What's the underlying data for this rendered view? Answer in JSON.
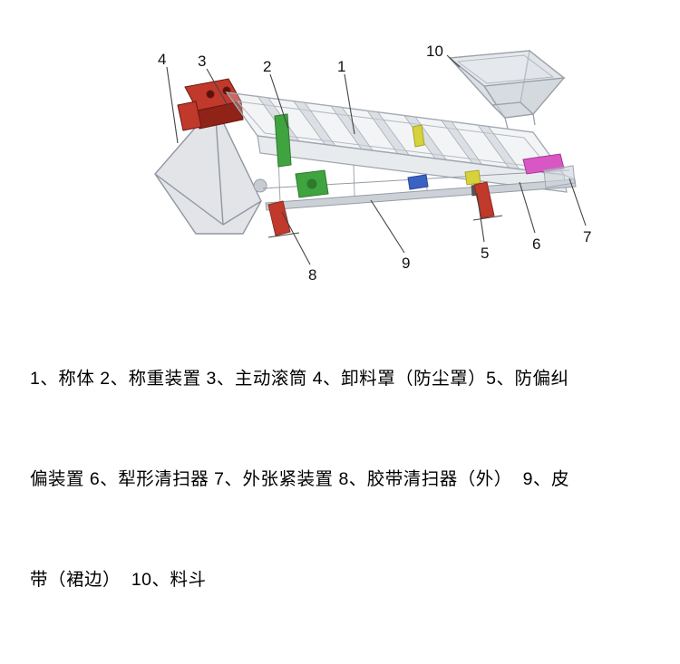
{
  "page": {
    "background": "#ffffff"
  },
  "diagram": {
    "title": "belt-weigher-structure-diagram",
    "colors": {
      "outline": "#9aa0a8",
      "frame_fill": "#dfe3e7",
      "leader_line": "#444444",
      "motor_red": "#c0392b",
      "motor_red_dark": "#8f2318",
      "leg_red": "#c0392b",
      "weigh_green": "#3fa43f",
      "weigh_green_dark": "#2d7a2d",
      "accent_yellow": "#d6d23c",
      "accent_pink": "#d957c5",
      "accent_blue": "#3a62c4",
      "rail_gray": "#ccd1d7"
    },
    "labels": [
      "1",
      "2",
      "3",
      "4",
      "5",
      "6",
      "7",
      "8",
      "9",
      "10"
    ]
  },
  "caption": {
    "lines": [
      "1、称体 2、称重装置 3、主动滚筒 4、卸料罩（防尘罩）5、防偏纠",
      "偏装置 6、犁形清扫器 7、外张紧装置 8、胶带清扫器（外）  9、皮",
      "带（裙边）  10、料斗"
    ]
  },
  "parts_legend": [
    {
      "num": "1",
      "name": "称体"
    },
    {
      "num": "2",
      "name": "称重装置"
    },
    {
      "num": "3",
      "name": "主动滚筒"
    },
    {
      "num": "4",
      "name": "卸料罩（防尘罩）"
    },
    {
      "num": "5",
      "name": "防偏纠偏装置"
    },
    {
      "num": "6",
      "name": "犁形清扫器"
    },
    {
      "num": "7",
      "name": "外张紧装置"
    },
    {
      "num": "8",
      "name": "胶带清扫器（外）"
    },
    {
      "num": "9",
      "name": "皮带（裙边）"
    },
    {
      "num": "10",
      "name": "料斗"
    }
  ]
}
